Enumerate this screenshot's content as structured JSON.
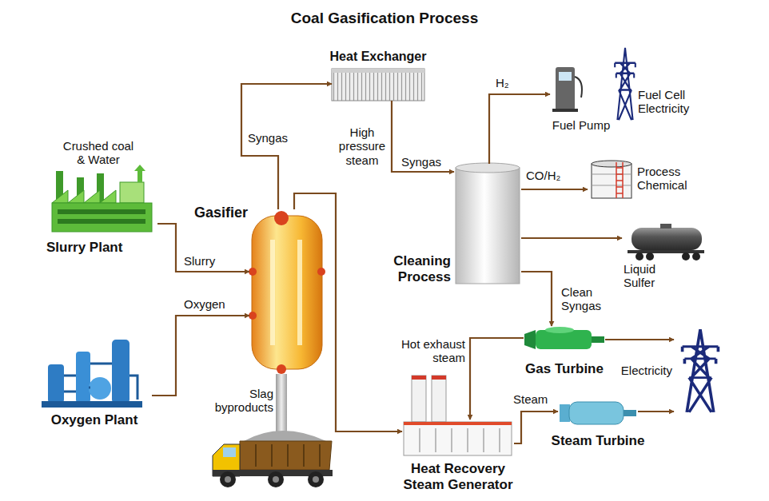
{
  "diagram": {
    "title": "Coal Gasification Process",
    "nodes": [
      {
        "text": [
          "Heat Exchanger"
        ]
      },
      {
        "text": [
          "Fuel Pump"
        ]
      },
      {
        "text": [
          "Fuel Cell Electricity"
        ]
      },
      {
        "text": [
          "Crushed coal & Water",
          "Slurry Plant"
        ]
      },
      {
        "text": [
          "Gasifier"
        ]
      },
      {
        "text": [
          "Cleaning Process"
        ]
      },
      {
        "text": [
          "Process Chemical"
        ]
      },
      {
        "text": [
          "Liquid Sulfer"
        ]
      },
      {
        "text": [
          "Oxygen Plant"
        ]
      },
      {
        "text": [
          "Gas Turbine"
        ]
      },
      {
        "text": [
          "Electricity"
        ]
      },
      {
        "text": [
          "Steam Turbine"
        ]
      },
      {
        "text": [
          "Heat Recovery Steam Generator"
        ]
      }
    ],
    "edges": [
      {
        "from": 3,
        "to": 4,
        "label": "Slurry",
        "arrow": "to"
      },
      {
        "from": 8,
        "to": 4,
        "label": "Oxygen",
        "arrow": "to"
      },
      {
        "from": 4,
        "to": 0,
        "label": "Syngas",
        "arrow": "to"
      },
      {
        "from": 0,
        "to": 5,
        "label": "Syngas",
        "arrow": "to"
      },
      {
        "from": 5,
        "to": 1,
        "label": "H₂",
        "arrow": "to"
      },
      {
        "from": 5,
        "to": 6,
        "label": "CO/H₂",
        "arrow": "to"
      },
      {
        "from": 5,
        "to": 7,
        "arrow": "to"
      },
      {
        "from": 5,
        "to": 9,
        "label": "Clean Syngas",
        "arrow": "to"
      },
      {
        "from": 9,
        "to": 10,
        "arrow": "to"
      },
      {
        "from": 9,
        "to": 12,
        "label": "Hot exhaust steam",
        "arrow": "to"
      },
      {
        "from": 4,
        "to": 12,
        "arrow": "to"
      },
      {
        "from": 12,
        "to": 11,
        "label": "Steam",
        "arrow": "to"
      },
      {
        "from": 11,
        "to": 10,
        "arrow": "to"
      }
    ],
    "labels": [
      "High pressure steam",
      "Slag byproducts"
    ]
  }
}
